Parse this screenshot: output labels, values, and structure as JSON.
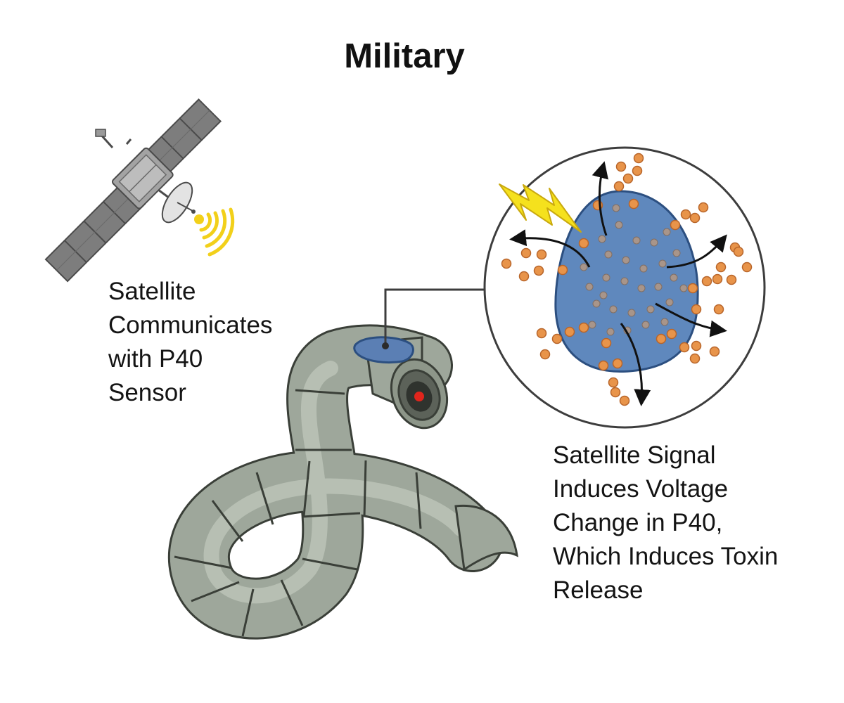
{
  "title": "Military",
  "captions": {
    "satellite": [
      "Satellite",
      "Communicates",
      "with P40",
      "Sensor"
    ],
    "signal": [
      "Satellite Signal",
      "Induces Voltage",
      "Change in P40,",
      "Which Induces Toxin",
      "Release"
    ]
  },
  "colors": {
    "worm_fill": "#9ea79b",
    "worm_outline": "#3a3f38",
    "cell_fill": "#5f88bd",
    "toxin_particle": "#e8944a",
    "inner_particle": "#a8958a",
    "lightning": "#f5e11d",
    "signal_waves": "#f2d01a",
    "satellite_panels": "#7d7d7d",
    "sensor_patch": "#5b7fb4",
    "sensor_light": "#e0251c"
  },
  "icons": {
    "satellite": "satellite-icon",
    "signal": "signal-waves-icon",
    "worm": "worm-icon",
    "sensor": "p40-sensor-icon",
    "cell": "cell-icon",
    "lightning": "lightning-bolt-icon"
  }
}
